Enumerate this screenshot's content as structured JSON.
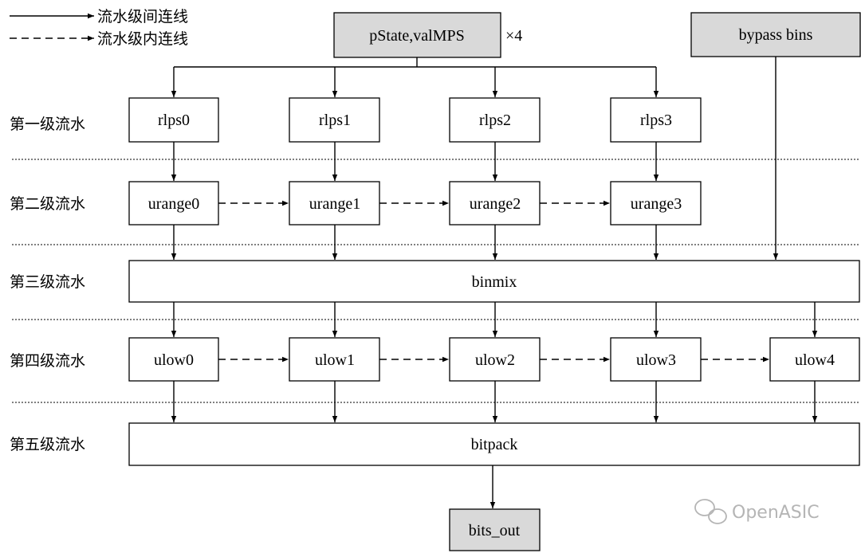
{
  "legend": {
    "solid": "流水级间连线",
    "dashed": "流水级内连线"
  },
  "inputs": {
    "state": "pState,valMPS",
    "multiplier": "×4",
    "bypass": "bypass bins"
  },
  "stages": [
    "第一级流水",
    "第二级流水",
    "第三级流水",
    "第四级流水",
    "第五级流水"
  ],
  "rlps": [
    "rlps0",
    "rlps1",
    "rlps2",
    "rlps3"
  ],
  "urange": [
    "urange0",
    "urange1",
    "urange2",
    "urange3"
  ],
  "binmix": "binmix",
  "ulow": [
    "ulow0",
    "ulow1",
    "ulow2",
    "ulow3",
    "ulow4"
  ],
  "bitpack": "bitpack",
  "output": "bits_out",
  "watermark": "OpenASIC"
}
